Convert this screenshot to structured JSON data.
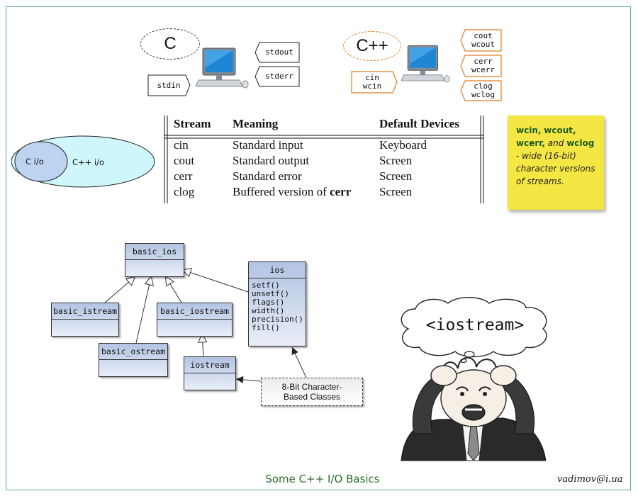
{
  "c_side": {
    "title": "C",
    "stdout": "stdout",
    "stderr": "stderr",
    "stdin": "stdin"
  },
  "cpp_side": {
    "title": "C++",
    "out": [
      "cout",
      "wcout"
    ],
    "err": [
      "cerr",
      "wcerr"
    ],
    "log": [
      "clog",
      "wclog"
    ],
    "in": [
      "cin",
      "wcin"
    ]
  },
  "io_ellipse": {
    "inner": "C i/o",
    "outer": "C++ i/o"
  },
  "stream_table": {
    "headers": [
      "Stream",
      "Meaning",
      "Default Devices"
    ],
    "rows": [
      [
        "cin",
        "Standard input",
        "Keyboard"
      ],
      [
        "cout",
        "Standard output",
        "Screen"
      ],
      [
        "cerr",
        "Standard error",
        "Screen"
      ],
      [
        "clog",
        "Buffered version of",
        "Screen"
      ]
    ],
    "clog_bold": "cerr"
  },
  "sticky": {
    "w1": "wcin,",
    "w2": "wcout,",
    "w3": "wcerr,",
    "and": "and",
    "w4": "wclog",
    "dash": "-",
    "rest": "wide (16-bit) character versions of streams."
  },
  "uml": {
    "basic_ios": "basic_ios",
    "basic_istream": "basic_istream",
    "basic_ostream": "basic_ostream",
    "basic_iostream": "basic_iostream",
    "iostream": "iostream",
    "ios": "ios",
    "ios_methods": [
      "setf()",
      "unsetf()",
      "flags()",
      "width()",
      "precision()",
      "fill()"
    ],
    "note": "8-Bit Character-Based Classes"
  },
  "cloud_text": "<iostream>",
  "footer": {
    "title": "Some C++ I/O Basics",
    "author": "vadimov@i.ua"
  },
  "colors": {
    "orange": "#e07b20",
    "frame": "#5aa6a6",
    "footer": "#2b6b2b",
    "sticky": "#f5e743"
  }
}
